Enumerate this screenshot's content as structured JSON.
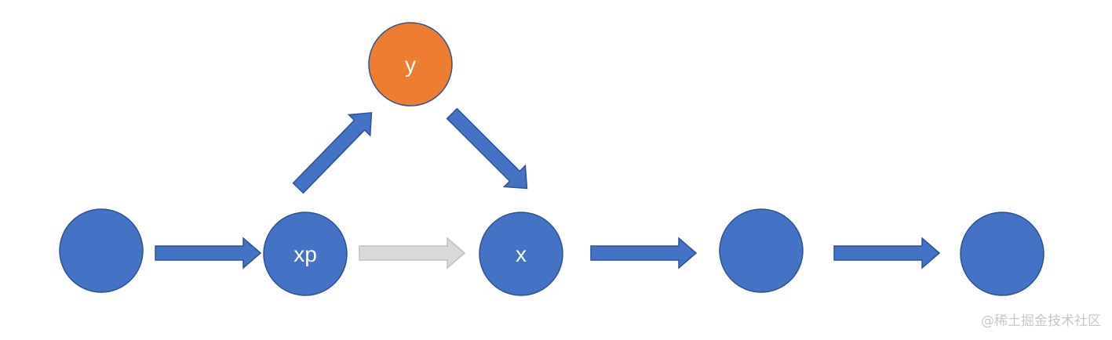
{
  "nodes": {
    "n1": {
      "label": "",
      "color": "#4472C4"
    },
    "xp": {
      "label": "xp",
      "color": "#4472C4"
    },
    "y": {
      "label": "y",
      "color": "#ED7D31"
    },
    "x": {
      "label": "x",
      "color": "#4472C4"
    },
    "n5": {
      "label": "",
      "color": "#4472C4"
    },
    "n6": {
      "label": "",
      "color": "#4472C4"
    }
  },
  "edges": [
    {
      "from": "n1",
      "to": "xp",
      "style": "solid"
    },
    {
      "from": "xp",
      "to": "y",
      "style": "solid"
    },
    {
      "from": "y",
      "to": "x",
      "style": "solid"
    },
    {
      "from": "xp",
      "to": "x",
      "style": "faded"
    },
    {
      "from": "x",
      "to": "n5",
      "style": "solid"
    },
    {
      "from": "n5",
      "to": "n6",
      "style": "solid"
    }
  ],
  "colors": {
    "node": "#4472C4",
    "highlight": "#ED7D31",
    "arrow": "#4472C4",
    "faded_arrow": "#D9D9D9"
  },
  "watermark": "@稀土掘金技术社区"
}
